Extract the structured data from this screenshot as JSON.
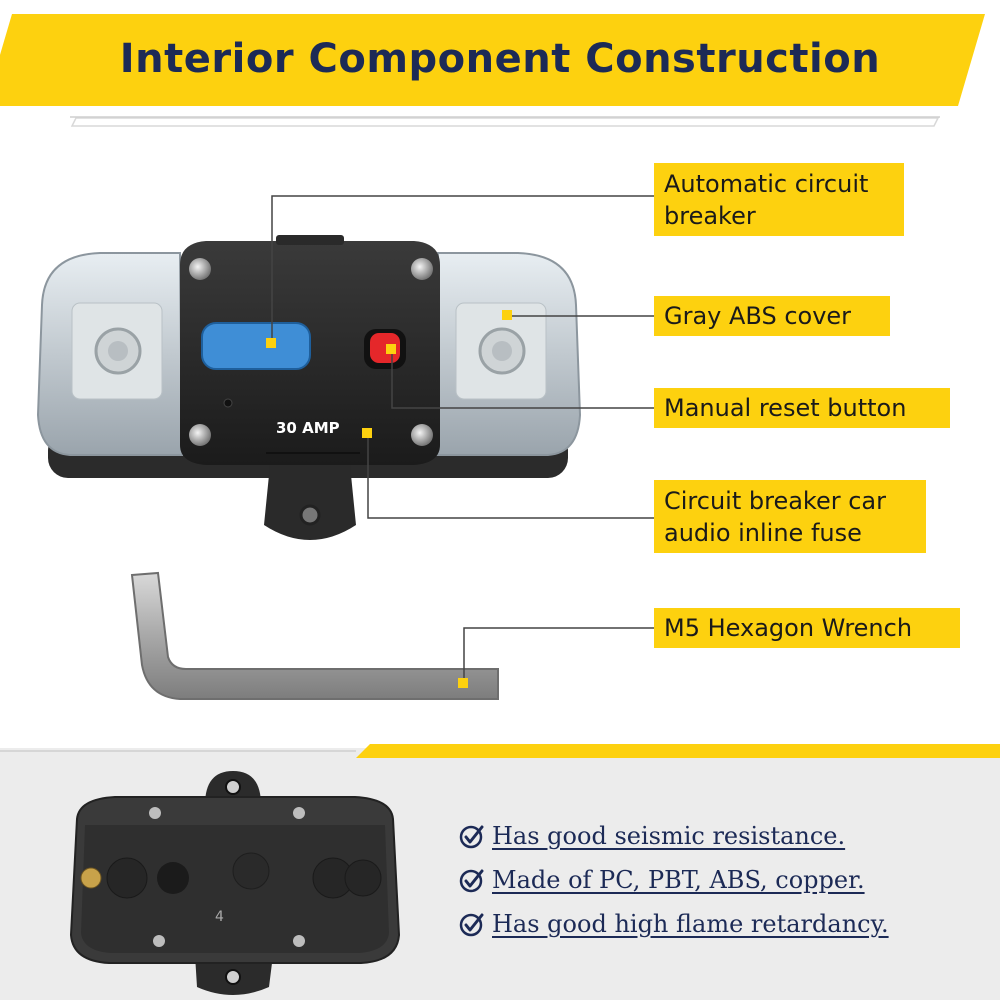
{
  "header": {
    "title": "Interior Component Construction",
    "colors": {
      "banner": "#fdd10f",
      "title": "#1c2a56"
    }
  },
  "product": {
    "amp_label": "30 AMP",
    "bottom_mark": "4"
  },
  "callouts": [
    {
      "line1": "Automatic circuit",
      "line2": "breaker"
    },
    {
      "line1": "Gray ABS cover"
    },
    {
      "line1": "Manual reset button"
    },
    {
      "line1": "Circuit breaker car",
      "line2": "audio inline fuse"
    },
    {
      "line1": "M5 Hexagon Wrench"
    }
  ],
  "features": [
    {
      "text": "Has good seismic resistance.",
      "icon": "check-circle-icon"
    },
    {
      "text": "Made of PC, PBT, ABS, copper.",
      "icon": "check-circle-icon"
    },
    {
      "text": "Has good high flame retardancy.",
      "icon": "check-circle-icon"
    }
  ],
  "colors": {
    "accent": "#fdd10f",
    "navy": "#1c2a56",
    "bottom_bg": "#ececec"
  }
}
